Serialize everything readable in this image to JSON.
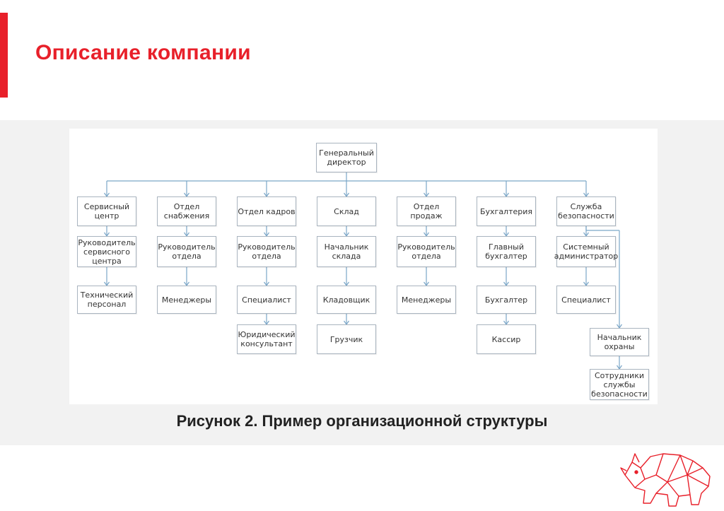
{
  "slide": {
    "title": "Описание компании",
    "caption": "Рисунок 2. Пример организационной структуры"
  },
  "colors": {
    "accent": "#e8202a",
    "connector": "#7aa6c8",
    "node_border": "#a9b4bf"
  },
  "org": {
    "director": "Генеральный\nдиректор",
    "departments": [
      {
        "name": "Сервисный\nцентр",
        "children": [
          "Руководитель\nсервисного\nцентра",
          "Технический\nперсонал"
        ]
      },
      {
        "name": "Отдел\nснабжения",
        "children": [
          "Руководитель\nотдела",
          "Менеджеры"
        ]
      },
      {
        "name": "Отдел кадров",
        "children": [
          "Руководитель\nотдела",
          "Специалист",
          "Юридический\nконсультант"
        ]
      },
      {
        "name": "Склад",
        "children": [
          "Начальник\nсклада",
          "Кладовщик",
          "Грузчик"
        ]
      },
      {
        "name": "Отдел\nпродаж",
        "children": [
          "Руководитель\nотдела",
          "Менеджеры"
        ]
      },
      {
        "name": "Бухгалтерия",
        "children": [
          "Главный\nбухгалтер",
          "Бухгалтер",
          "Кассир"
        ]
      },
      {
        "name": "Служба\nбезопасности",
        "children": [
          "Системный\nадминистратор",
          "Специалист"
        ],
        "branch": [
          "Начальник\nохраны",
          "Сотрудники\nслужбы\nбезопасности"
        ]
      }
    ]
  },
  "logo_icon": "rhino-logo-icon"
}
